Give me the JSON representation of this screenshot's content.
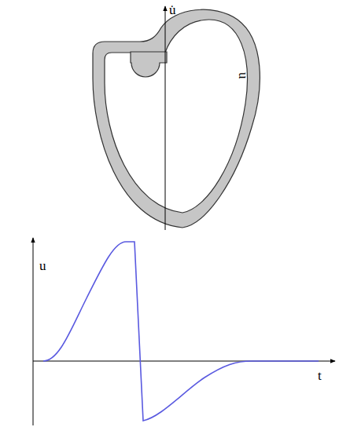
{
  "diagram": {
    "labels": [
      "u̇",
      "u⃗",
      "u",
      "t"
    ]
  }
}
